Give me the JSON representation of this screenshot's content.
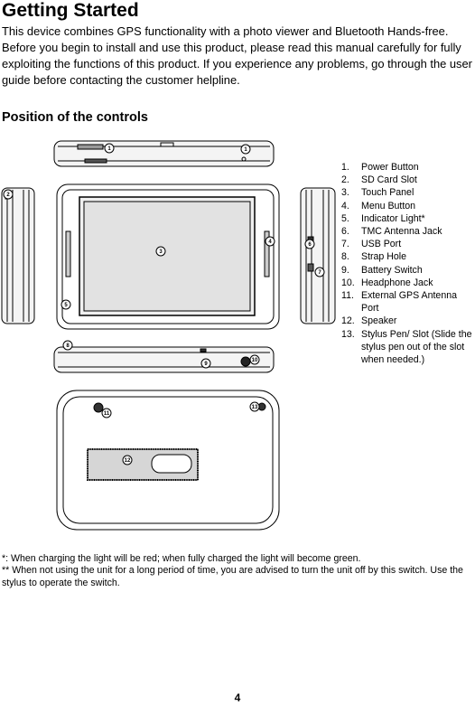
{
  "heading": "Getting Started",
  "intro": "This device combines GPS functionality with a photo viewer and Bluetooth Hands-free. Before you begin to install and use this product, please read this manual carefully for fully exploiting the functions of this product. If you experience any problems, go through the user guide before contacting the customer helpline.",
  "section_title": "Position of the controls",
  "controls": [
    {
      "num": "1.",
      "label": "Power Button"
    },
    {
      "num": "2.",
      "label": "SD Card Slot"
    },
    {
      "num": "3.",
      "label": "Touch Panel"
    },
    {
      "num": "4.",
      "label": "Menu Button"
    },
    {
      "num": "5.",
      "label": "Indicator Light*"
    },
    {
      "num": "6.",
      "label": "TMC Antenna Jack"
    },
    {
      "num": "7.",
      "label": "USB Port"
    },
    {
      "num": "8.",
      "label": "Strap Hole"
    },
    {
      "num": "9.",
      "label": "Battery Switch"
    },
    {
      "num": "10.",
      "label": "Headphone Jack"
    },
    {
      "num": "11.",
      "label": "External GPS Antenna Port"
    },
    {
      "num": "12.",
      "label": "Speaker"
    },
    {
      "num": "13.",
      "label": "Stylus Pen/ Slot (Slide the stylus pen out of the slot when needed.)"
    }
  ],
  "callouts": {
    "c1": "1",
    "c2": "2",
    "c3": "3",
    "c4": "4",
    "c5": "5",
    "c6": "6",
    "c7": "7",
    "c8": "8",
    "c9": "9",
    "c10": "10",
    "c11": "11",
    "c12": "12",
    "c13": "13"
  },
  "footnote_1": "*: When charging the light will be red; when fully charged the light will become green.",
  "footnote_2": "** When not using the unit for a long period of time, you are advised to turn the unit off by this switch. Use the stylus to operate the switch.",
  "page_number": "4"
}
